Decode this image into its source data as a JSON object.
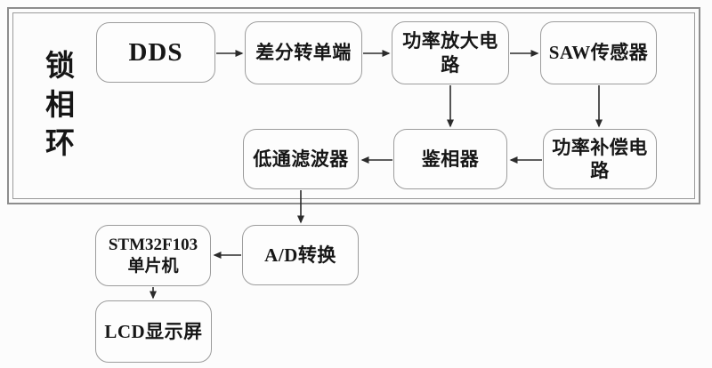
{
  "diagram": {
    "group_label": "锁相环",
    "nodes": {
      "dds": {
        "label": "DDS"
      },
      "diff_to_single": {
        "label": "差分转单端"
      },
      "power_amplifier": {
        "label": "功率放大电路"
      },
      "saw_sensor": {
        "label": "SAW传感器"
      },
      "low_pass_filter": {
        "label": "低通滤波器"
      },
      "phase_detector": {
        "label": "鉴相器"
      },
      "power_compensation": {
        "label": "功率补偿电路"
      },
      "mcu": {
        "label": "STM32F103单片机"
      },
      "adc": {
        "label": "A/D转换"
      },
      "lcd": {
        "label": "LCD显示屏"
      }
    },
    "edges": [
      {
        "from": "dds",
        "to": "diff_to_single"
      },
      {
        "from": "diff_to_single",
        "to": "power_amplifier"
      },
      {
        "from": "power_amplifier",
        "to": "saw_sensor"
      },
      {
        "from": "power_amplifier",
        "to": "phase_detector"
      },
      {
        "from": "saw_sensor",
        "to": "power_compensation"
      },
      {
        "from": "power_compensation",
        "to": "phase_detector"
      },
      {
        "from": "phase_detector",
        "to": "low_pass_filter"
      },
      {
        "from": "low_pass_filter",
        "to": "adc"
      },
      {
        "from": "adc",
        "to": "mcu"
      },
      {
        "from": "mcu",
        "to": "lcd"
      }
    ],
    "colors": {
      "box_border": "#9c9c9c",
      "frame_border": "#8d8d8d",
      "text": "#161616",
      "arrow": "#2b2b2b",
      "background": "#fcfcfc"
    }
  }
}
